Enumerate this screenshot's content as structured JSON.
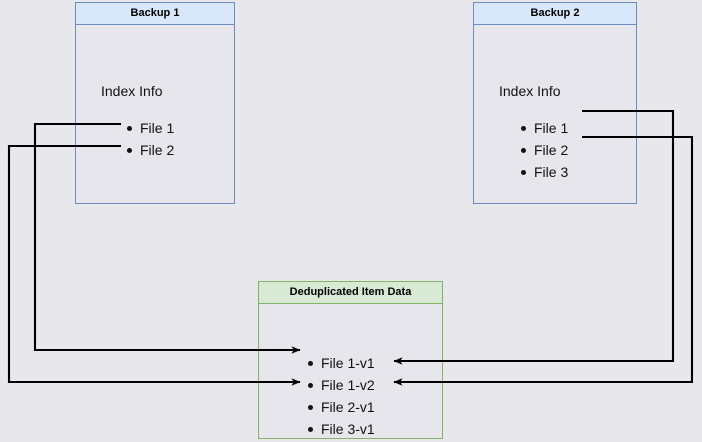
{
  "diagram": {
    "title": "Backup deduplication diagram",
    "background_color": "#e8e7ec",
    "boxes": {
      "backup1": {
        "name": "backup-1",
        "header": "Backup 1",
        "section_label": "Index Info",
        "header_fill": "#d9e7fb",
        "border_color": "#6c8ebf",
        "items": [
          "File 1",
          "File 2"
        ]
      },
      "backup2": {
        "name": "backup-2",
        "header": "Backup 2",
        "section_label": "Index Info",
        "header_fill": "#d9e7fb",
        "border_color": "#6c8ebf",
        "items": [
          "File 1",
          "File 2",
          "File 3"
        ]
      },
      "dedup": {
        "name": "deduplicated-item-data",
        "header": "Deduplicated Item Data",
        "header_fill": "#d8e9d4",
        "border_color": "#82b366",
        "items": [
          "File 1-v1",
          "File 1-v2",
          "File 2-v1",
          "File 3-v1"
        ]
      }
    },
    "connectors": [
      {
        "name": "backup1-file1-to-file1v1",
        "from": "Backup 1 / File 1",
        "to": "Deduplicated Item Data / File 1-v1",
        "color": "#000000"
      },
      {
        "name": "backup1-file2-to-file2v1",
        "from": "Backup 1 / File 2",
        "to": "Deduplicated Item Data / File 2-v1",
        "color": "#000000"
      },
      {
        "name": "backup2-file1-to-file1v2",
        "from": "Backup 2 / File 1",
        "to": "Deduplicated Item Data / File 1-v2",
        "color": "#000000"
      },
      {
        "name": "backup2-file2-to-file2v1",
        "from": "Backup 2 / File 2",
        "to": "Deduplicated Item Data / File 2-v1",
        "color": "#000000"
      }
    ]
  }
}
